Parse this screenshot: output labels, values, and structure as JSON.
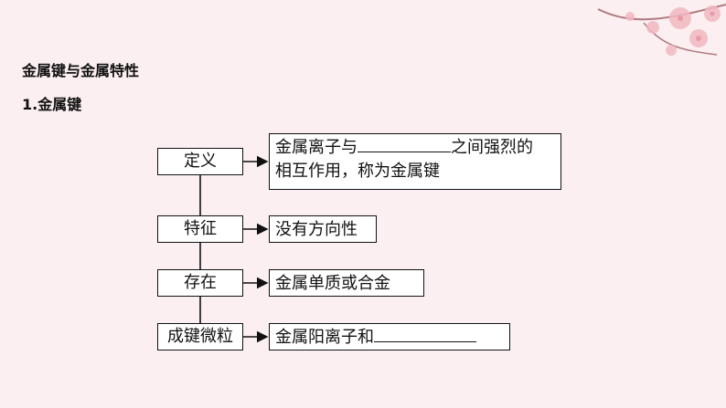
{
  "section_title": "金属键与金属特性",
  "subsection_title": "1.金属键",
  "diagram": {
    "rows": [
      {
        "label": "定义",
        "text_line1_before": "金属离子与",
        "text_line1_after": "之间强烈的",
        "text_line2": "相互作用，称为金属键"
      },
      {
        "label": "特征",
        "text": "没有方向性"
      },
      {
        "label": "存在",
        "text": "金属单质或合金"
      },
      {
        "label": "成键微粒",
        "text_before": "金属阳离子和"
      }
    ]
  }
}
